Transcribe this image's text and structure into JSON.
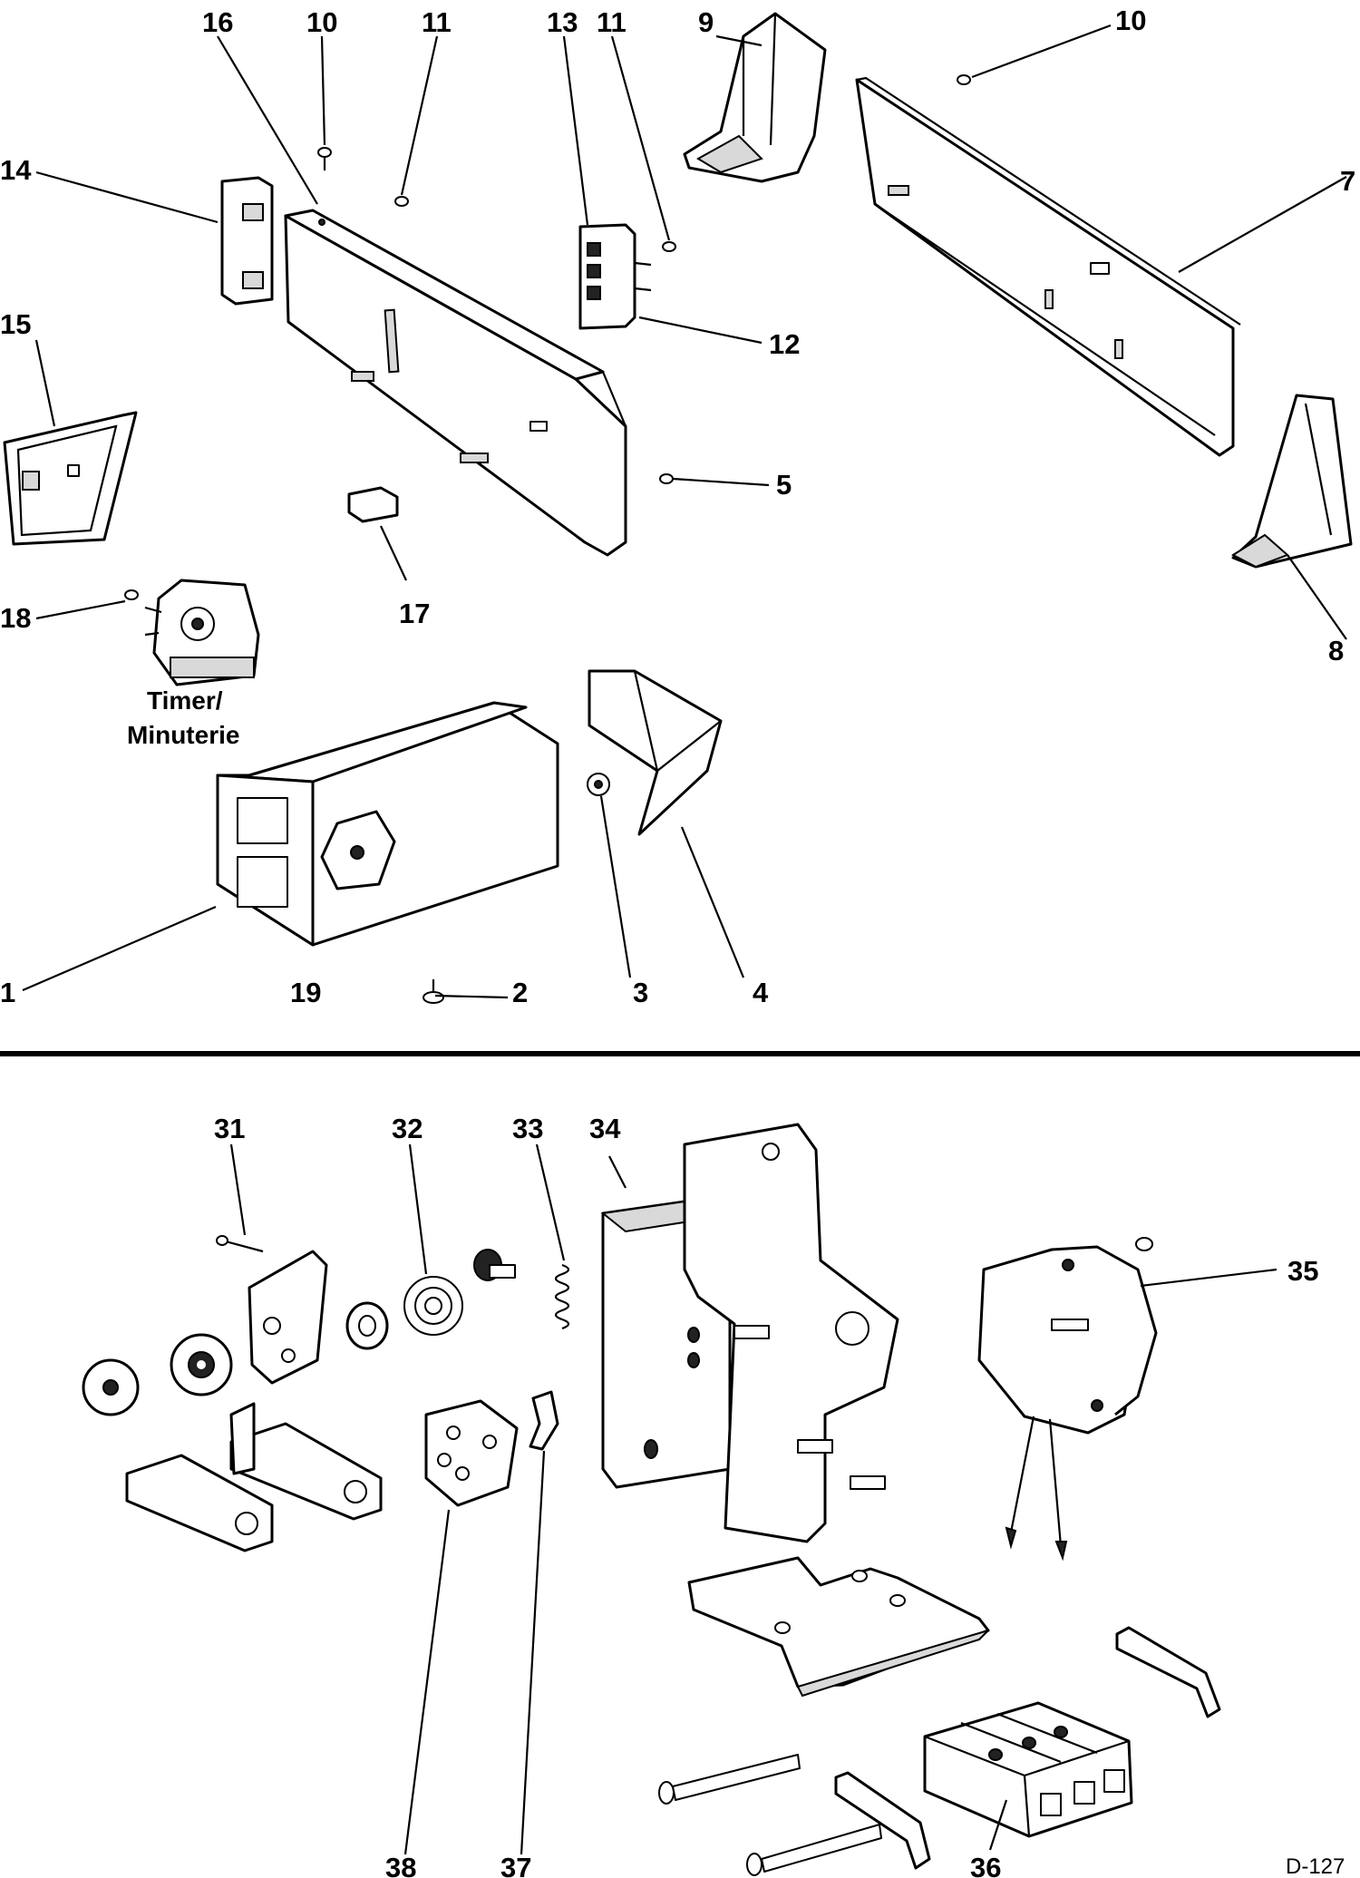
{
  "top_section": {
    "callouts": [
      "16",
      "10",
      "11",
      "13",
      "11",
      "9",
      "10",
      "14",
      "7",
      "15",
      "12",
      "5",
      "17",
      "8",
      "18",
      "1",
      "19",
      "2",
      "3",
      "4"
    ],
    "timer_caption": [
      "Timer/",
      "Minuterie"
    ]
  },
  "bottom_section": {
    "callouts": [
      "31",
      "32",
      "33",
      "34",
      "35",
      "38",
      "37",
      "36"
    ]
  },
  "figure_ref": "D-127"
}
